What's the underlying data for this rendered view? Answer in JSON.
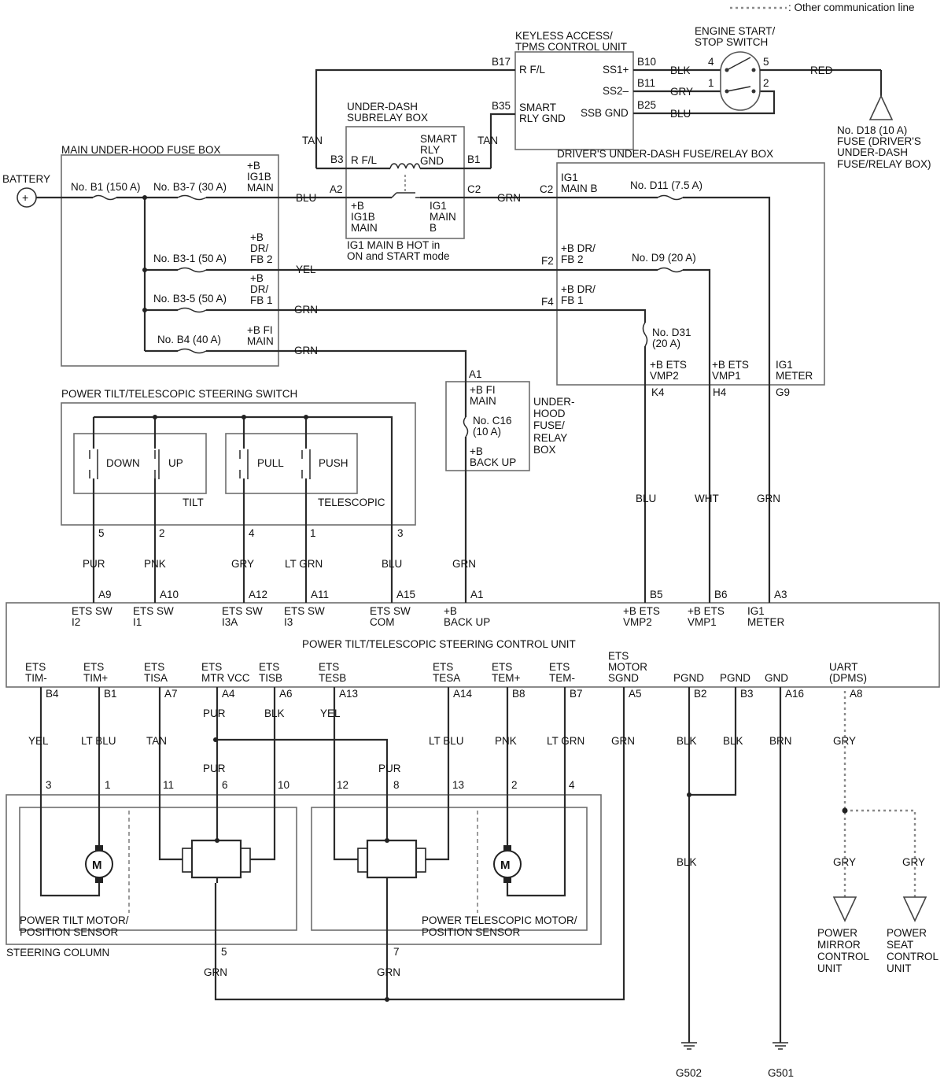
{
  "legend": {
    "other_comm": ": Other communication line"
  },
  "battery": "BATTERY",
  "fuse_box": {
    "title": "MAIN UNDER-HOOD FUSE BOX",
    "b1": "No. B1 (150 A)",
    "b3_7": "No. B3-7 (30 A)",
    "b3_1": "No. B3-1 (50 A)",
    "b3_5": "No. B3-5 (50 A)",
    "b4": "No. B4 (40 A)",
    "out1": [
      "+B",
      "IG1B",
      "MAIN"
    ],
    "out2": [
      "+B",
      "DR/",
      "FB 2"
    ],
    "out3": [
      "+B",
      "DR/",
      "FB 1"
    ],
    "out4": [
      "+B FI",
      "MAIN"
    ]
  },
  "keyless": {
    "title": [
      "KEYLESS ACCESS/",
      "TPMS CONTROL UNIT"
    ],
    "rfl": "R F/L",
    "smart": [
      "SMART",
      "RLY GND"
    ],
    "ss1": "SS1+",
    "ss2": "SS2–",
    "ssbgnd": "SSB GND",
    "b17": "B17",
    "b35": "B35",
    "b10": "B10",
    "b11": "B11",
    "b25": "B25"
  },
  "engine_switch": {
    "title": [
      "ENGINE START/",
      "STOP SWITCH"
    ],
    "p4": "4",
    "p1": "1",
    "p5": "5",
    "p2": "2"
  },
  "fuse_d18": [
    "No. D18 (10 A)",
    "FUSE (DRIVER'S",
    "UNDER-DASH",
    "FUSE/RELAY BOX)"
  ],
  "subrelay": {
    "title": [
      "UNDER-DASH",
      "SUBRELAY BOX"
    ],
    "rfl": "R F/L",
    "smart": [
      "SMART",
      "RLY",
      "GND"
    ],
    "ig1b": [
      "+B",
      "IG1B",
      "MAIN"
    ],
    "ig1main": [
      "IG1",
      "MAIN",
      "B"
    ],
    "b3": "B3",
    "b1": "B1",
    "a2": "A2",
    "c2": "C2",
    "note": [
      "IG1 MAIN B HOT in",
      "ON and START mode"
    ]
  },
  "driver_box": {
    "title": "DRIVER'S UNDER-DASH FUSE/RELAY BOX",
    "ig1mainb": [
      "IG1",
      "MAIN B"
    ],
    "drfb2": [
      "+B DR/",
      "FB 2"
    ],
    "drfb1": [
      "+B DR/",
      "FB 1"
    ],
    "d11": "No. D11 (7.5 A)",
    "d9": "No. D9 (20 A)",
    "d31": [
      "No. D31",
      "(20 A)"
    ],
    "vmp2": [
      "+B ETS",
      "VMP2"
    ],
    "vmp1": [
      "+B ETS",
      "VMP1"
    ],
    "meter": [
      "IG1",
      "METER"
    ],
    "c2": "C2",
    "f2": "F2",
    "f4": "F4",
    "k4": "K4",
    "h4": "H4",
    "g9": "G9"
  },
  "underhood_relay": {
    "title": [
      "UNDER-",
      "HOOD",
      "FUSE/",
      "RELAY",
      "BOX"
    ],
    "fimain": [
      "+B FI",
      "MAIN"
    ],
    "c16": [
      "No. C16",
      "(10 A)"
    ],
    "backup": [
      "+B",
      "BACK UP"
    ],
    "a1": "A1"
  },
  "steer_switch": {
    "title": "POWER TILT/TELESCOPIC STEERING SWITCH",
    "down": "DOWN",
    "up": "UP",
    "pull": "PULL",
    "push": "PUSH",
    "tilt": "TILT",
    "telescopic": "TELESCOPIC",
    "pins": [
      "5",
      "2",
      "4",
      "1",
      "3"
    ]
  },
  "wires": {
    "blk": "BLK",
    "gry": "GRY",
    "blu": "BLU",
    "red": "RED",
    "tan": "TAN",
    "grn": "GRN",
    "yel": "YEL",
    "pur": "PUR",
    "pnk": "PNK",
    "ltgrn": "LT GRN",
    "wht": "WHT",
    "ltblu": "LT BLU",
    "brn": "BRN"
  },
  "ecu": {
    "title": "POWER TILT/TELESCOPIC STEERING CONTROL UNIT",
    "top_pins": [
      "A9",
      "A10",
      "A12",
      "A11",
      "A15",
      "A1",
      "B5",
      "B6",
      "A3"
    ],
    "top_labels": [
      [
        "ETS SW",
        "I2"
      ],
      [
        "ETS SW",
        "I1"
      ],
      [
        "ETS SW",
        "I3A"
      ],
      [
        "ETS SW",
        "I3"
      ],
      [
        "ETS SW",
        "COM"
      ],
      [
        "+B",
        "BACK UP"
      ],
      [
        "+B ETS",
        "VMP2"
      ],
      [
        "+B ETS",
        "VMP1"
      ],
      [
        "IG1",
        "METER"
      ]
    ],
    "bot_labels": [
      [
        "ETS",
        "TIM-"
      ],
      [
        "ETS",
        "TIM+"
      ],
      [
        "ETS",
        "TISA"
      ],
      [
        "ETS",
        "MTR VCC"
      ],
      [
        "ETS",
        "TISB"
      ],
      [
        "ETS",
        "TESB"
      ],
      [
        "ETS",
        "TESA"
      ],
      [
        "ETS",
        "TEM+"
      ],
      [
        "ETS",
        "TEM-"
      ],
      [
        "ETS",
        "MOTOR",
        "SGND"
      ],
      [
        "PGND"
      ],
      [
        "PGND"
      ],
      [
        "GND"
      ],
      [
        "UART",
        "(DPMS)"
      ]
    ],
    "bot_pins": [
      "B4",
      "B1",
      "A7",
      "A4",
      "A6",
      "A13",
      "A14",
      "B8",
      "B7",
      "A5",
      "B2",
      "B3",
      "A16",
      "A8"
    ]
  },
  "column": {
    "tilt_title": [
      "POWER TILT MOTOR/",
      "POSITION SENSOR"
    ],
    "tele_title": [
      "POWER TELESCOPIC MOTOR/",
      "POSITION SENSOR"
    ],
    "column_title": "STEERING COLUMN",
    "pins": [
      "3",
      "1",
      "11",
      "6",
      "10",
      "12",
      "8",
      "13",
      "2",
      "4",
      "5",
      "7"
    ],
    "motor": "M"
  },
  "receivers": {
    "mirror": [
      "POWER",
      "MIRROR",
      "CONTROL",
      "UNIT"
    ],
    "seat": [
      "POWER",
      "SEAT",
      "CONTROL",
      "UNIT"
    ]
  },
  "grounds": {
    "g502": "G502",
    "g501": "G501"
  }
}
